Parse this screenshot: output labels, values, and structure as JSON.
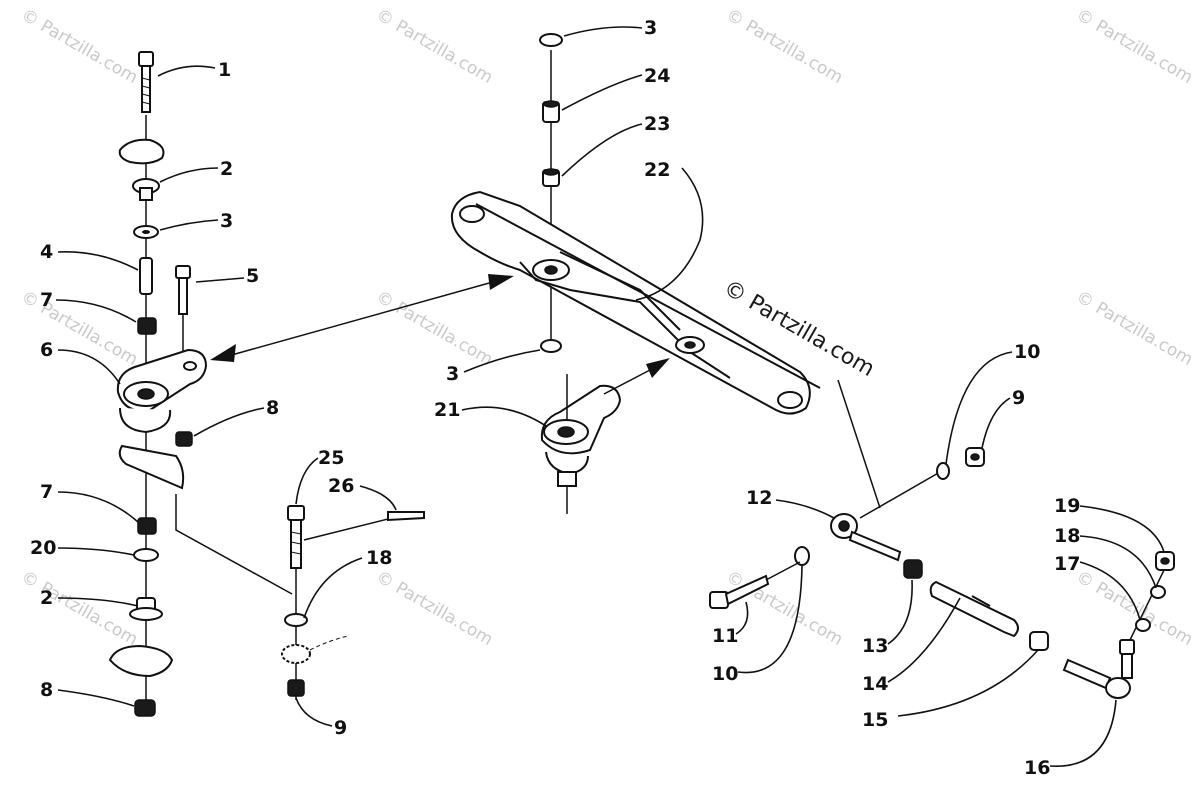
{
  "watermark": {
    "tile_text": "© Partzilla.com",
    "center_text": "© Partzilla.com"
  },
  "callouts": {
    "c1": "1",
    "c2a": "2",
    "c3a": "3",
    "c4": "4",
    "c5": "5",
    "c7a": "7",
    "c6": "6",
    "c8a": "8",
    "c7b": "7",
    "c20": "20",
    "c2b": "2",
    "c8b": "8",
    "c3b": "3",
    "c24": "24",
    "c23": "23",
    "c22": "22",
    "c3c": "3",
    "c21": "21",
    "c25": "25",
    "c26": "26",
    "c18a": "18",
    "c9a": "9",
    "c10a": "10",
    "c9b": "9",
    "c12": "12",
    "c19": "19",
    "c18b": "18",
    "c17": "17",
    "c11": "11",
    "c10b": "10",
    "c13": "13",
    "c14": "14",
    "c15": "15",
    "c16": "16"
  }
}
